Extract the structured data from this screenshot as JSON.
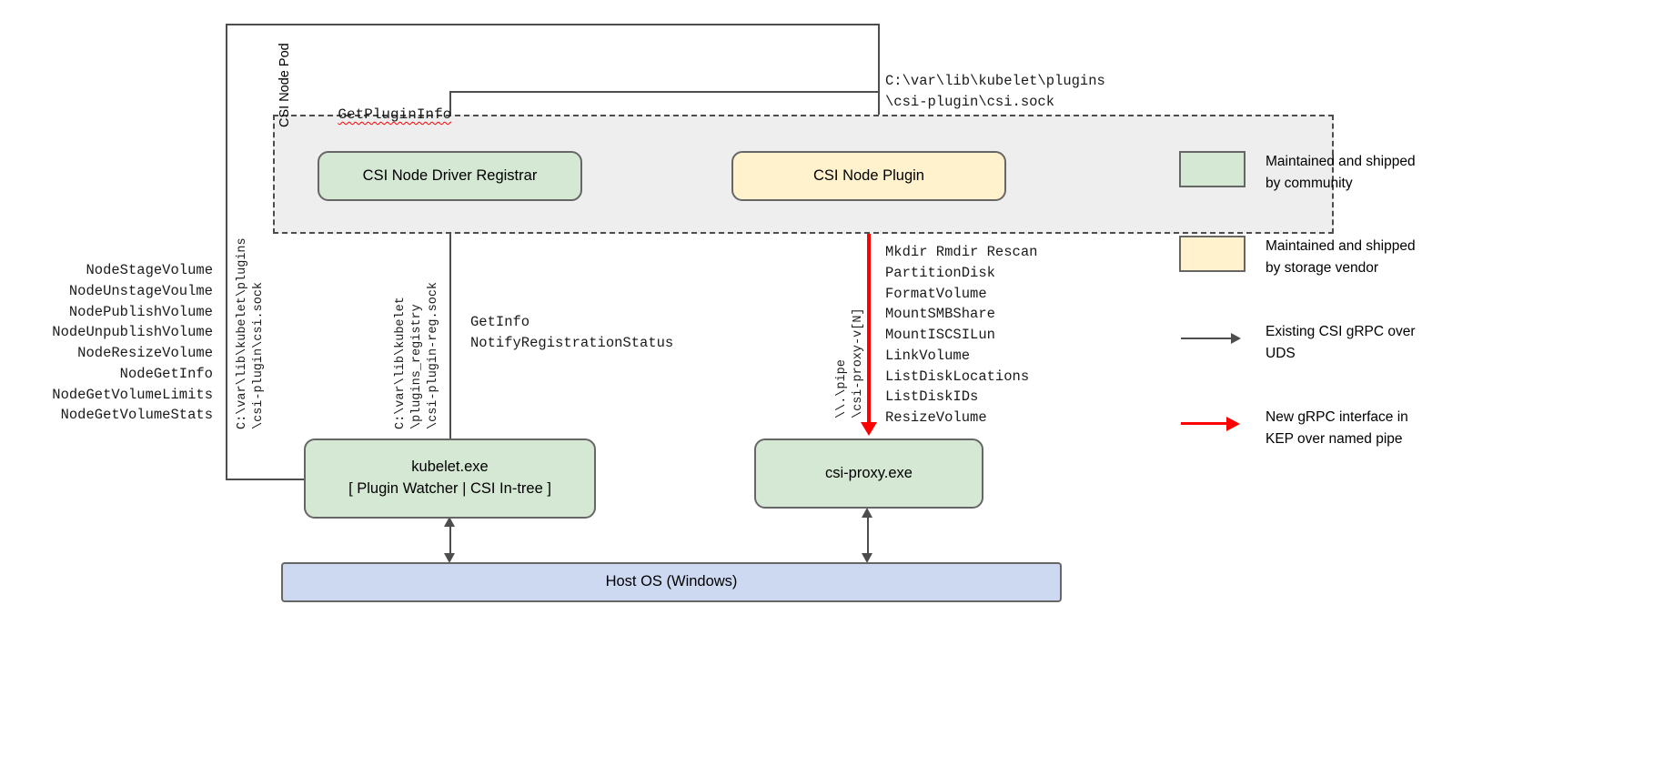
{
  "diagram": {
    "pod": {
      "label": "CSI Node Pod"
    },
    "boxes": {
      "registrar": {
        "label": "CSI Node Driver Registrar"
      },
      "node_plugin": {
        "label": "CSI Node Plugin"
      },
      "kubelet": {
        "line1": "kubelet.exe",
        "line2": "[ Plugin Watcher | CSI In-tree ]"
      },
      "csi_proxy": {
        "label": "csi-proxy.exe"
      },
      "host_os": {
        "label": "Host OS (Windows)"
      }
    },
    "labels": {
      "get_plugin_info": "GetPluginInfo",
      "node_plugin_socket_path": "C:\\var\\lib\\kubelet\\plugins\n\\csi-plugin\\csi.sock",
      "csi_node_api": "NodeStageVolume\nNodeUnstageVoulme\nNodePublishVolume\nNodeUnpublishVolume\nNodeResizeVolume\nNodeGetInfo\nNodeGetVolumeLimits\nNodeGetVolumeStats",
      "registration_api": "GetInfo\nNotifyRegistrationStatus",
      "csi_proxy_api": "Mkdir Rmdir Rescan\nPartitionDisk\nFormatVolume\nMountSMBShare\nMountISCSILun\nLinkVolume\nListDiskLocations\nListDiskIDs\nResizeVolume",
      "rotated_csi_sock": "C:\\var\\lib\\kubelet\\plugins\n\\csi-plugin\\csi.sock",
      "rotated_registry_sock": "C:\\var\\lib\\kubelet\n\\plugins_registry\n\\csi-plugin-reg.sock",
      "rotated_named_pipe": "\\\\.\\pipe\n\\csi-proxy-v[N]"
    },
    "legend": {
      "items": [
        {
          "kind": "swatch",
          "color": "#d5e8d4",
          "text": "Maintained and shipped by community"
        },
        {
          "kind": "swatch",
          "color": "#fff2cc",
          "text": "Maintained and shipped by storage vendor"
        },
        {
          "kind": "arrow",
          "color": "#4d4d4d",
          "text": "Existing CSI gRPC over UDS"
        },
        {
          "kind": "arrow",
          "color": "#ff0000",
          "text": "New gRPC interface in KEP over named pipe"
        }
      ]
    },
    "colors": {
      "community_green": "#d5e8d4",
      "vendor_yellow": "#fff2cc",
      "host_os_blue": "#ccd9f0",
      "pod_gray": "#eeeeee",
      "stroke_gray": "#4d4d4d",
      "new_interface_red": "#ff0000"
    }
  }
}
